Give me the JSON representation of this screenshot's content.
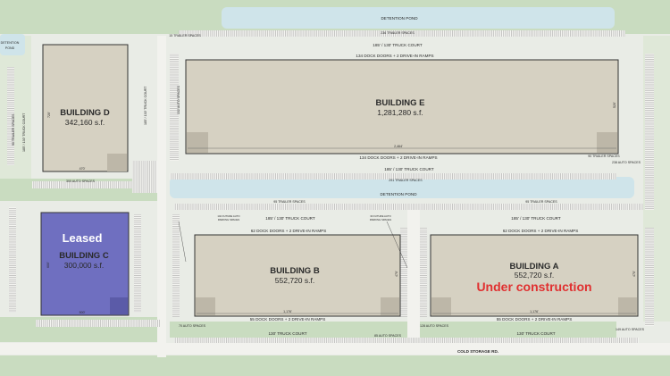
{
  "labels": {
    "detention_pond_top": "DETENTION POND",
    "detention_pond_left_1": "DETENTION",
    "detention_pond_left_2": "POND",
    "trailer_15": "15 TRAILER SPACES",
    "trailer_236": "236 TRAILER SPACES",
    "truck_court_top": "185' / 130' TRUCK COURT",
    "dock_e_top": "134 DOCK DOORS + 2 DRIVE-IN RAMPS",
    "auto_132": "132 AUTO SPACES",
    "trailer_90_left": "90 TRAILER SPACES",
    "truck_court_d_left": "185' / 130' TRUCK COURT",
    "truck_court_d_right": "185' / 130' TRUCK COURT",
    "dim_720": "720'",
    "dim_470": "470'",
    "auto_300": "300 AUTO SPACES",
    "dim_2464": "2,464'",
    "dim_520": "520'",
    "dock_e_bottom": "134 DOCK DOORS + 2 DRIVE-IN RAMPS",
    "trailer_90_right": "90 TRAILER SPACES",
    "auto_238": "238 AUTO SPACES",
    "truck_court_mid": "185' / 130' TRUCK COURT",
    "trailer_291": "291 TRAILER SPACES",
    "detention_pond_mid": "DETENTION POND",
    "trailer_95_b": "95 TRAILER SPACES",
    "trailer_95_a": "95 TRAILER SPACES",
    "future_auto_left_1": "104 FUTURE AUTO",
    "future_auto_left_2": "PARKING SPACES",
    "future_auto_right_1": "33 FUTURE AUTO",
    "future_auto_right_2": "PARKING SPACES",
    "truck_court_b": "185' / 130' TRUCK COURT",
    "truck_court_a": "185' / 130' TRUCK COURT",
    "dock_b_top": "62 DOCK DOORS + 2 DRIVE-IN RAMPS",
    "dock_a_top": "62 DOCK DOORS + 2 DRIVE-IN RAMPS",
    "dim_c_side": "600'",
    "dim_c_bottom": "500'",
    "dim_b_side": "470'",
    "dim_a_side": "470'",
    "dim_b_bottom": "1,176'",
    "dim_a_bottom": "1,176'",
    "dock_b_bottom": "55 DOCK DOORS + 2 DRIVE-IN RAMPS",
    "dock_a_bottom": "55 DOCK DOORS + 2 DRIVE-IN RAMPS",
    "auto_70": "70 AUTO SPACES",
    "auto_85": "85 AUTO SPACES",
    "auto_128": "128 AUTO SPACES",
    "auto_149": "149 AUTO SPACES",
    "truck_court_130_b": "130' TRUCK COURT",
    "truck_court_130_a": "130' TRUCK COURT",
    "road": "COLD STORAGE RD."
  },
  "buildings": {
    "d": {
      "name": "BUILDING D",
      "area": "342,160 s.f."
    },
    "e": {
      "name": "BUILDING E",
      "area": "1,281,280 s.f."
    },
    "c": {
      "name": "BUILDING C",
      "area": "300,000 s.f.",
      "status": "Leased"
    },
    "b": {
      "name": "BUILDING B",
      "area": "552,720 s.f."
    },
    "a": {
      "name": "BUILDING A",
      "area": "552,720 s.f.",
      "status": "Under construction"
    }
  },
  "colors": {
    "building": "#d6d1c2",
    "leased": "#6f6fc0",
    "under_construction": "#e03030",
    "pond": "#cfe4ea",
    "grass": "#c9dcc0",
    "pavement": "#eeeeea"
  }
}
